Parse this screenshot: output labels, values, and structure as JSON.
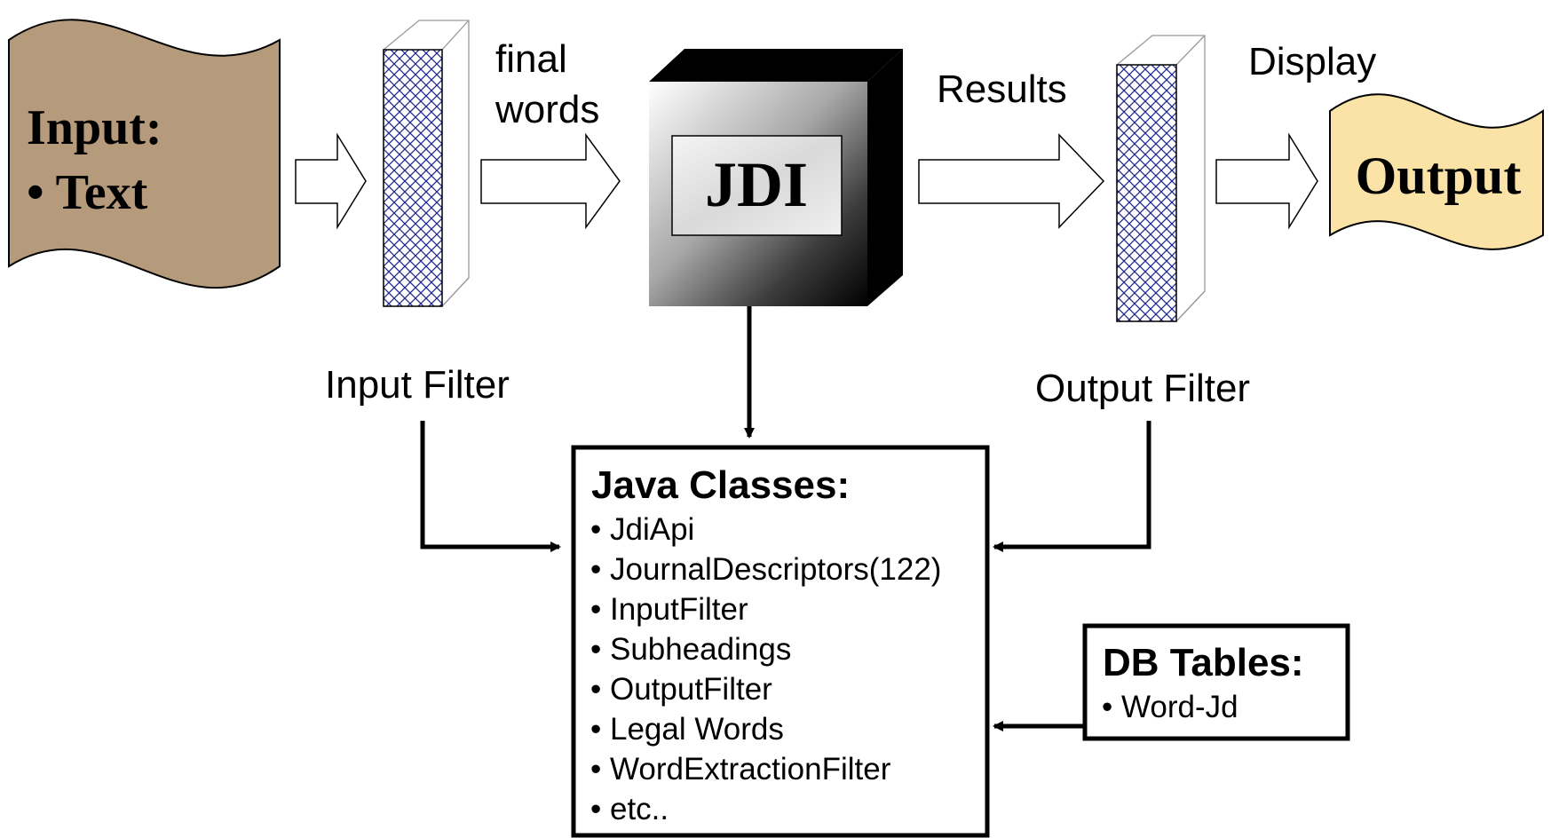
{
  "input_doc": {
    "title": "Input:",
    "item": "• Text",
    "fill": "#b59a7b"
  },
  "output_doc": {
    "title": "Output",
    "fill": "#fbe3a8"
  },
  "core": {
    "label": "JDI"
  },
  "labels": {
    "final": "final",
    "words": "words",
    "results": "Results",
    "display": "Display",
    "input_filter": "Input Filter",
    "output_filter": "Output Filter"
  },
  "java_classes": {
    "title": "Java Classes:",
    "items": [
      "• JdiApi",
      "• JournalDescriptors(122)",
      "• InputFilter",
      "• Subheadings",
      "• OutputFilter",
      "• Legal Words",
      "• WordExtractionFilter",
      "• etc.."
    ]
  },
  "db_tables": {
    "title": "DB Tables:",
    "item": "• Word-Jd"
  },
  "colors": {
    "filter_hatch": "#1f2a8c",
    "stroke": "#000000"
  }
}
